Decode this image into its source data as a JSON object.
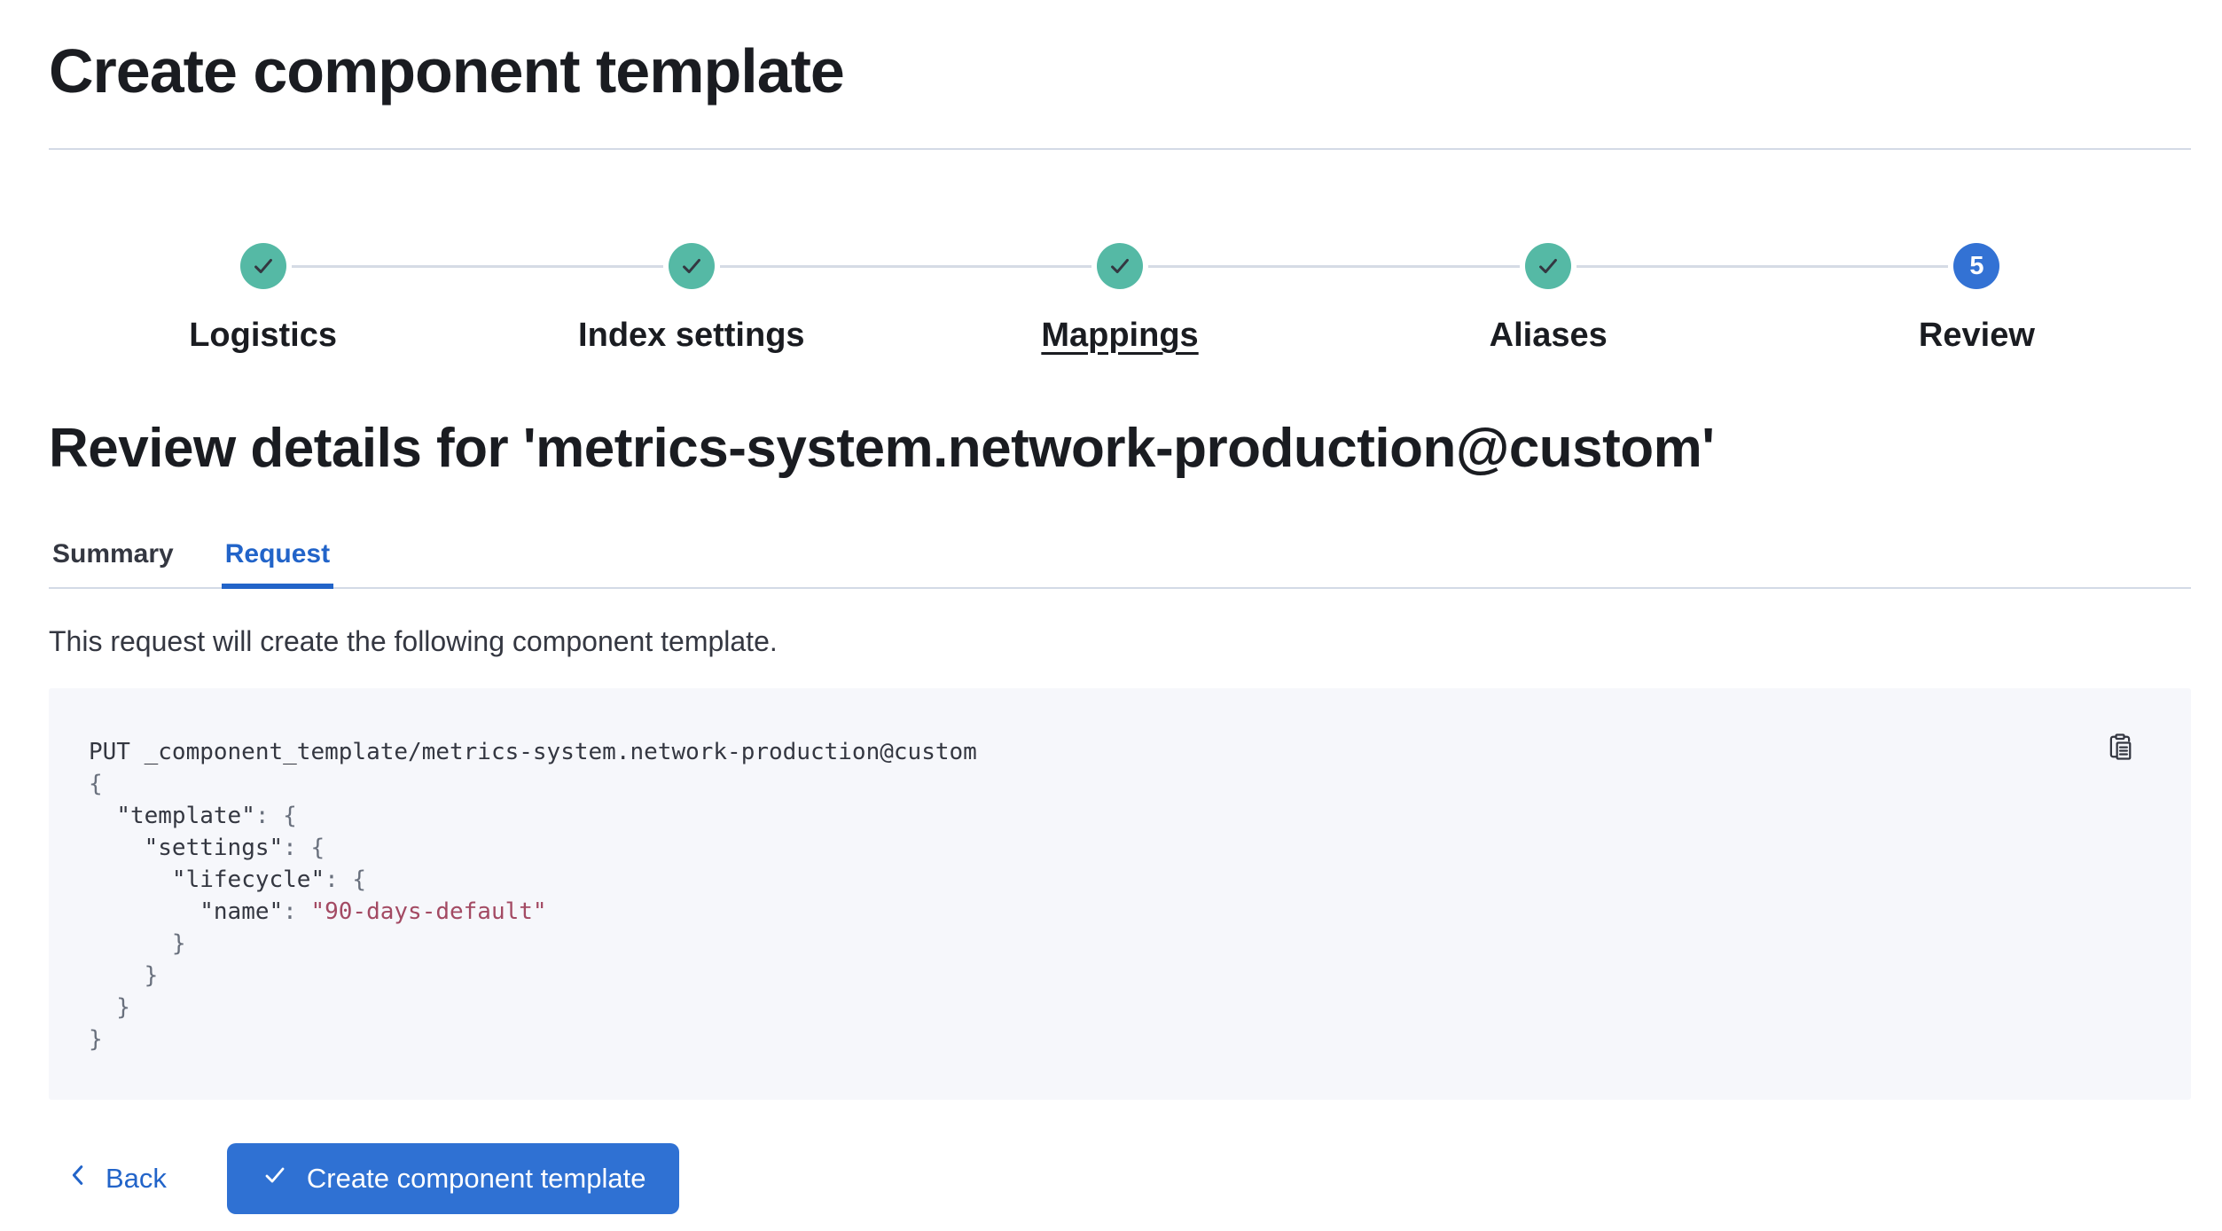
{
  "colors": {
    "primary_button_blue": "#2f71d3",
    "current_step_blue": "#3372d4",
    "link_blue": "#2264c9",
    "complete_step_teal": "#55b9a5",
    "connector_gray": "#d5dbe5",
    "rule_gray": "#d3dae6",
    "heading_text": "#1a1c21",
    "body_text": "#343741",
    "code_background": "#f6f7fb",
    "code_string": "#a34a63",
    "code_punctuation": "#69707d"
  },
  "page": {
    "title": "Create component template"
  },
  "stepper": {
    "steps": [
      {
        "label": "Logistics",
        "status": "complete",
        "icon": "check-icon",
        "underlined": false
      },
      {
        "label": "Index settings",
        "status": "complete",
        "icon": "check-icon",
        "underlined": false
      },
      {
        "label": "Mappings",
        "status": "complete",
        "icon": "check-icon",
        "underlined": true
      },
      {
        "label": "Aliases",
        "status": "complete",
        "icon": "check-icon",
        "underlined": false
      },
      {
        "label": "Review",
        "status": "current",
        "number": "5",
        "underlined": false
      }
    ]
  },
  "review": {
    "heading": "Review details for 'metrics-system.network-production@custom'",
    "tabs": [
      {
        "label": "Summary",
        "active": false
      },
      {
        "label": "Request",
        "active": true
      }
    ],
    "description": "This request will create the following component template."
  },
  "request_preview": {
    "copy_icon": "copy-clipboard-icon",
    "lines": [
      [
        {
          "t": "PUT _component_template/metrics-system.network-production@custom",
          "c": "plain"
        }
      ],
      [
        {
          "t": "{",
          "c": "punct"
        }
      ],
      [
        {
          "t": "  ",
          "c": "plain"
        },
        {
          "t": "\"template\"",
          "c": "key"
        },
        {
          "t": ": {",
          "c": "punct"
        }
      ],
      [
        {
          "t": "    ",
          "c": "plain"
        },
        {
          "t": "\"settings\"",
          "c": "key"
        },
        {
          "t": ": {",
          "c": "punct"
        }
      ],
      [
        {
          "t": "      ",
          "c": "plain"
        },
        {
          "t": "\"lifecycle\"",
          "c": "key"
        },
        {
          "t": ": {",
          "c": "punct"
        }
      ],
      [
        {
          "t": "        ",
          "c": "plain"
        },
        {
          "t": "\"name\"",
          "c": "key"
        },
        {
          "t": ": ",
          "c": "punct"
        },
        {
          "t": "\"90-days-default\"",
          "c": "string"
        }
      ],
      [
        {
          "t": "      }",
          "c": "punct"
        }
      ],
      [
        {
          "t": "    }",
          "c": "punct"
        }
      ],
      [
        {
          "t": "  }",
          "c": "punct"
        }
      ],
      [
        {
          "t": "}",
          "c": "punct"
        }
      ]
    ]
  },
  "footer": {
    "back_label": "Back",
    "back_icon": "chevron-left-icon",
    "submit_label": "Create component template",
    "submit_icon": "check-icon"
  }
}
